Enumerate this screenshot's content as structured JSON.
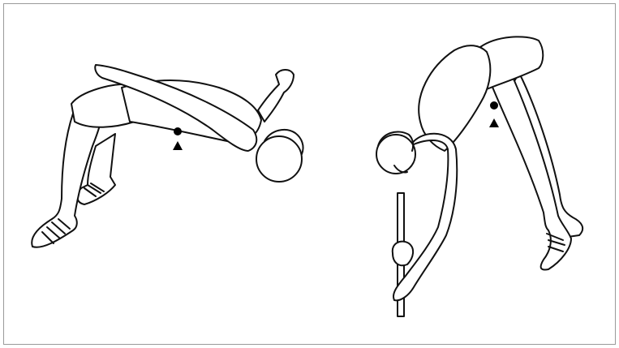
{
  "figure": {
    "panels": [
      {
        "id": "left",
        "subject": "athlete-arched-backward",
        "markers": [
          "circle-marker",
          "triangle-marker"
        ]
      },
      {
        "id": "right",
        "subject": "athlete-bent-forward-over-bar",
        "markers": [
          "circle-marker",
          "triangle-marker"
        ]
      }
    ],
    "colors": {
      "ink": "#111111",
      "frame": "#9a9a9a",
      "background": "#ffffff"
    }
  }
}
